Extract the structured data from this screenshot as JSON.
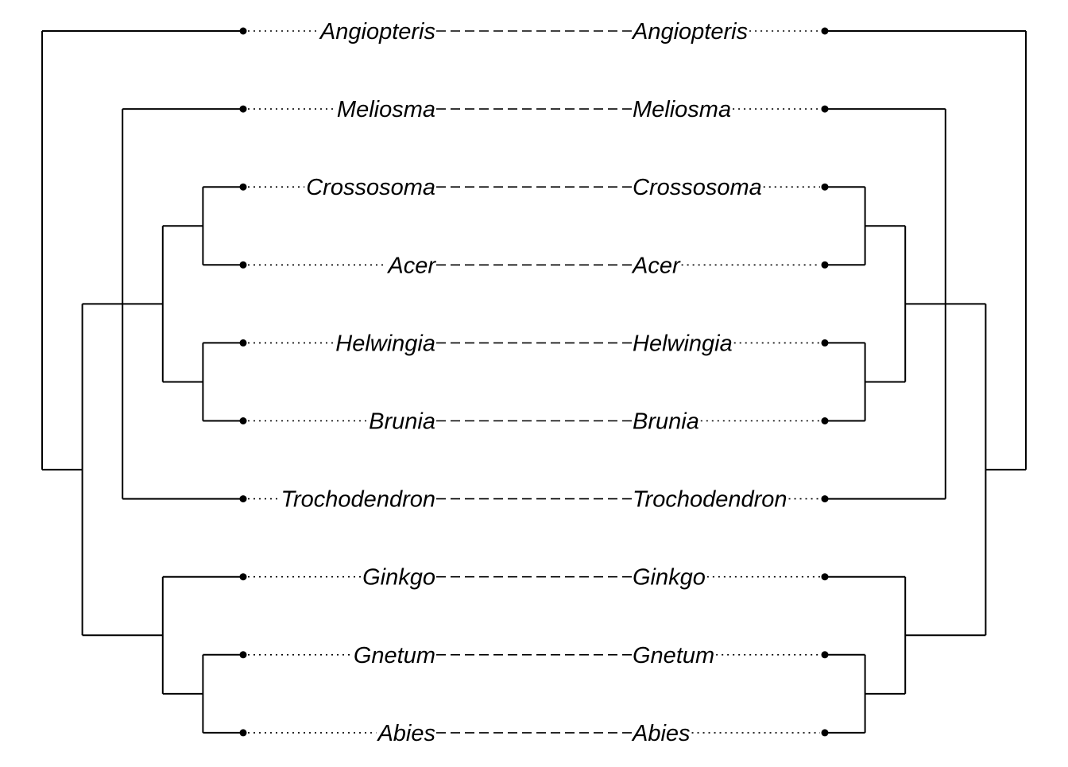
{
  "chart_data": {
    "type": "tanglegram",
    "taxa_left": [
      "Angiopteris",
      "Meliosma",
      "Crossosoma",
      "Acer",
      "Helwingia",
      "Brunia",
      "Trochodendron",
      "Ginkgo",
      "Gnetum",
      "Abies"
    ],
    "taxa_right": [
      "Angiopteris",
      "Meliosma",
      "Crossosoma",
      "Acer",
      "Helwingia",
      "Brunia",
      "Trochodendron",
      "Ginkgo",
      "Gnetum",
      "Abies"
    ],
    "left_tree": "(Angiopteris,((Meliosma,((Crossosoma,Acer),(Helwingia,Brunia)),Trochodendron),(Ginkgo,(Gnetum,Abies))))",
    "right_tree": "(Angiopteris,((Meliosma,((Crossosoma,Acer),(Helwingia,Brunia)),Trochodendron),(Ginkgo,(Gnetum,Abies))))",
    "connections": [
      [
        "Angiopteris",
        "Angiopteris"
      ],
      [
        "Meliosma",
        "Meliosma"
      ],
      [
        "Crossosoma",
        "Crossosoma"
      ],
      [
        "Acer",
        "Acer"
      ],
      [
        "Helwingia",
        "Helwingia"
      ],
      [
        "Brunia",
        "Brunia"
      ],
      [
        "Trochodendron",
        "Trochodendron"
      ],
      [
        "Ginkgo",
        "Ginkgo"
      ],
      [
        "Gnetum",
        "Gnetum"
      ],
      [
        "Abies",
        "Abies"
      ]
    ]
  }
}
